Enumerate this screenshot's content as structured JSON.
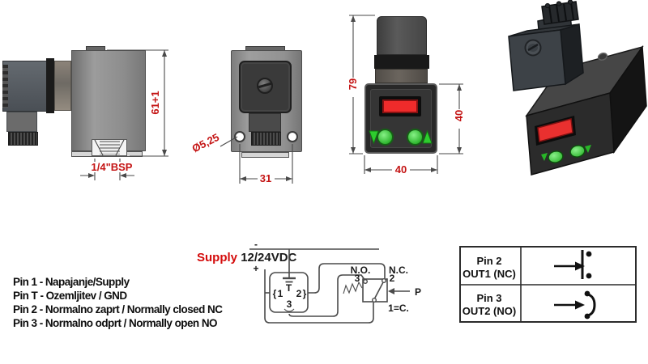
{
  "views": {
    "side_view": {
      "dim_height": "61+1",
      "dim_thread": "1/4\"BSP"
    },
    "front_view": {
      "dim_hole": "Ø5,25",
      "dim_spacing": "31"
    },
    "display_view": {
      "dim_total": "79",
      "dim_side": "40",
      "dim_width": "40"
    }
  },
  "legend": {
    "lines": [
      "Pin 1 - Napajanje/Supply",
      "Pin T - Ozemljitev / GND",
      "Pin 2 - Normalno zaprt / Normally closed NC",
      "Pin 3 - Normalno odprt / Normally open NO"
    ]
  },
  "wiring": {
    "supply_label": "Supply",
    "supply_voltage": "12/24VDC",
    "minus": "-",
    "plus": "+",
    "gnd": "T",
    "brace_open": "{",
    "pin1": "1",
    "pin2": "2",
    "brace_close": "}",
    "pin3": "3",
    "no_label": "N.O.",
    "nc_label": "N.C.",
    "no_pin": "3",
    "nc_pin": "2",
    "common_label": "1=C.",
    "pressure_label": "P"
  },
  "output_table": {
    "rows": [
      {
        "pin": "Pin 2",
        "out": "OUT1 (NC)"
      },
      {
        "pin": "Pin 3",
        "out": "OUT2 (NO)"
      }
    ]
  },
  "colors": {
    "display_red": "#ef2b2b",
    "button_green": "#2ecc2e",
    "dimension_red": "#c41414",
    "line_dark": "#4a4a4a"
  }
}
